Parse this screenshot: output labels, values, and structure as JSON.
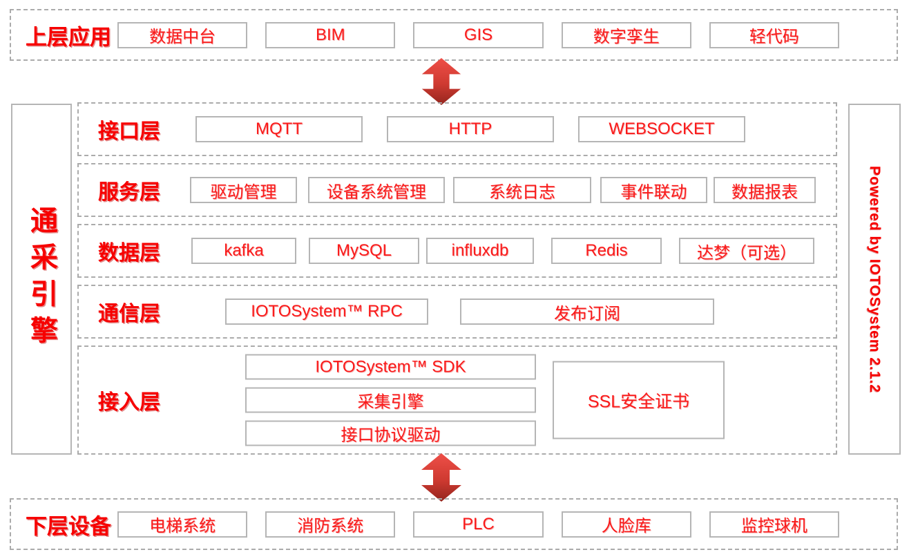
{
  "colors": {
    "red": "#f70000",
    "box_text": "#fa1a1a",
    "border": "#b5b5b5",
    "dashed": "#ababab",
    "arrow_top": "#ee4f48",
    "arrow_bottom": "#93251e"
  },
  "top_band": {
    "label": "上层应用",
    "items": [
      "数据中台",
      "BIM",
      "GIS",
      "数字孪生",
      "轻代码"
    ]
  },
  "engine_label": "通采引擎",
  "powered_by": "Powered by IOTOSystem 2.1.2",
  "layers": [
    {
      "label": "接口层",
      "items": [
        "MQTT",
        "HTTP",
        "WEBSOCKET"
      ]
    },
    {
      "label": "服务层",
      "items": [
        "驱动管理",
        "设备系统管理",
        "系统日志",
        "事件联动",
        "数据报表"
      ]
    },
    {
      "label": "数据层",
      "items": [
        "kafka",
        "MySQL",
        "influxdb",
        "Redis",
        "达梦（可选）"
      ]
    },
    {
      "label": "通信层",
      "items": [
        "IOTOSystem™ RPC",
        "发布订阅"
      ]
    },
    {
      "label": "接入层",
      "stack": [
        "IOTOSystem™ SDK",
        "采集引擎",
        "接口协议驱动"
      ],
      "side": "SSL安全证书"
    }
  ],
  "bottom_band": {
    "label": "下层设备",
    "items": [
      "电梯系统",
      "消防系统",
      "PLC",
      "人脸库",
      "监控球机"
    ]
  }
}
